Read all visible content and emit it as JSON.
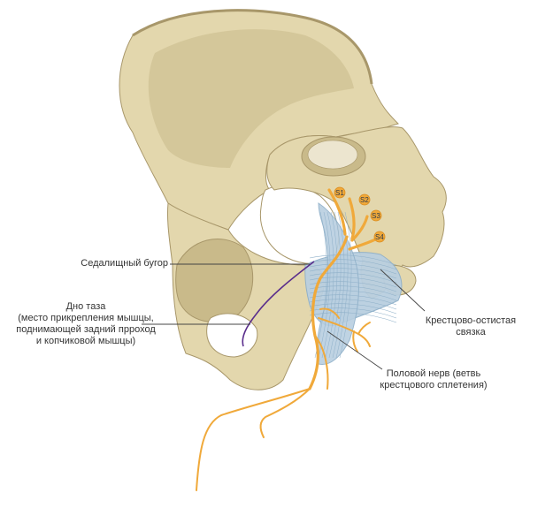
{
  "colors": {
    "bone": "#e3d7ad",
    "bone_shadow": "#c9ba8a",
    "bone_dark": "#a8976a",
    "ligament": "#b9cfe0",
    "ligament_line": "#8fb0c9",
    "nerve": "#f0a93a",
    "nerve_dark": "#d98a1c",
    "pelvic_floor_line": "#5a2d8c",
    "leader": "#444444",
    "text": "#333333"
  },
  "segments": {
    "s1": "S1",
    "s2": "S2",
    "s3": "S3",
    "s4": "S4"
  },
  "labels": {
    "ischial_tuberosity": "Седалищный бугор",
    "pelvic_floor": "Дно таза\n(место прикрепления мышцы,\nподнимающей задний прроход\nи копчиковой мышцы)",
    "sacrospinous_ligament": "Крестцово-остистая\nсвязка",
    "pudendal_nerve": "Половой нерв (ветвь\nкрестцового сплетения)"
  }
}
